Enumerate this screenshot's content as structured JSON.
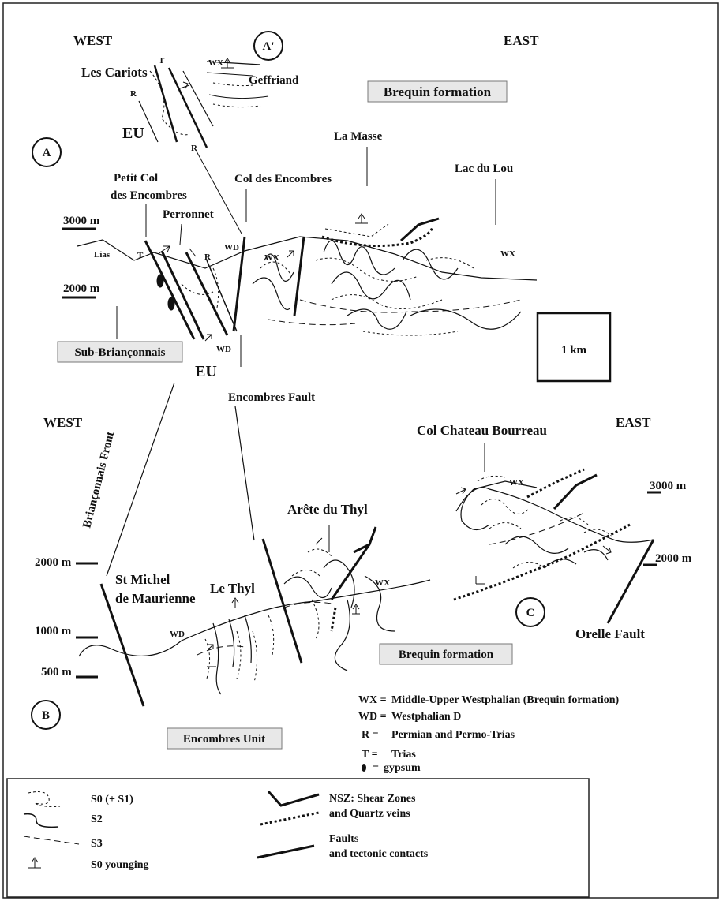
{
  "section_a": {
    "marker": "A",
    "marker_prime": "A'",
    "west": "WEST",
    "east": "EAST",
    "brequin_box": "Brequin formation",
    "les_cariots": "Les Cariots",
    "geffriand": "Geffriand",
    "t_label": "T",
    "r_label": "R",
    "wx_label": "WX",
    "eu_label": "EU",
    "la_masse": "La Masse",
    "lac_du_lou": "Lac du Lou",
    "petit_col_1": "Petit Col",
    "petit_col_2": "des Encombres",
    "col_des_encombres": "Col des Encombres",
    "perronnet": "Perronnet",
    "elev_3000": "3000 m",
    "elev_2000": "2000 m",
    "lias": "Lias",
    "t2": "T",
    "r2": "R",
    "wd": "WD",
    "wx2": "WX",
    "wx3": "WX",
    "wd2": "WD",
    "sub_brianconnais": "Sub-Briançonnais",
    "eu2": "EU",
    "encombres_fault": "Encombres Fault",
    "scale": "1 km"
  },
  "section_b": {
    "west": "WEST",
    "brianconnais_front": "Briançonnais Front",
    "arete_du_thyl": "Arête du Thyl",
    "elev_2000": "2000 m",
    "elev_1000": "1000 m",
    "elev_500": "500 m",
    "st_michel_1": "St Michel",
    "st_michel_2": "de Maurienne",
    "le_thyl": "Le Thyl",
    "wd": "WD",
    "wx": "WX",
    "brequin_box": "Brequin formation",
    "marker": "B",
    "encombres_unit": "Encombres Unit"
  },
  "section_c": {
    "east": "EAST",
    "col_chateau_bourreau": "Col Chateau Bourreau",
    "wx": "WX",
    "elev_3000": "3000 m",
    "elev_2000": "2000 m",
    "marker": "C",
    "orelle_fault": "Orelle Fault"
  },
  "abbreviations": [
    {
      "code": "WX =",
      "text": "Middle-Upper Westphalian (Brequin formation)"
    },
    {
      "code": "WD =",
      "text": "Westphalian D"
    },
    {
      "code": "R  =",
      "text": "Permian and Permo-Trias"
    },
    {
      "code": "T  =",
      "text": "Trias"
    },
    {
      "code": "=",
      "text": "gypsum"
    }
  ],
  "legend": {
    "s0": "S0 (+ S1)",
    "s2": "S2",
    "s3": "S3",
    "s0_younging": "S0 younging",
    "nsz_1": "NSZ: Shear Zones",
    "nsz_2": "and Quartz veins",
    "faults_1": "Faults",
    "faults_2": "and tectonic contacts"
  }
}
